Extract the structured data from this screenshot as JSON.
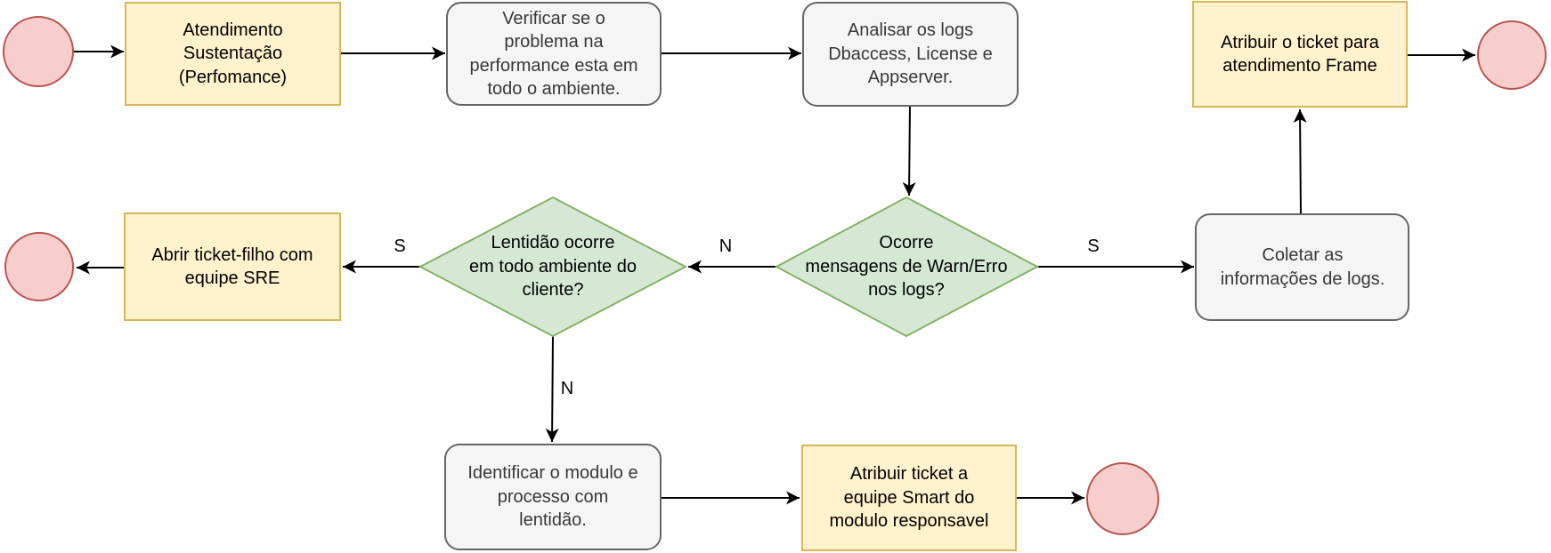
{
  "diagram": {
    "type": "flowchart",
    "nodes": {
      "start": {
        "shape": "circle",
        "role": "start",
        "label": ""
      },
      "atendimento": {
        "shape": "rectangle",
        "style": "yellow-task",
        "label": "Atendimento\nSustentação\n(Perfomance)"
      },
      "verificar": {
        "shape": "rounded-rectangle",
        "style": "gray-process",
        "label": "Verificar se o\nproblema na\nperformance esta em\ntodo o ambiente."
      },
      "analisar": {
        "shape": "rounded-rectangle",
        "style": "gray-process",
        "label": "Analisar os logs\nDbaccess, License e\nAppserver."
      },
      "atribuir_frame": {
        "shape": "rectangle",
        "style": "yellow-task",
        "label": "Atribuir o ticket para\natendimento Frame"
      },
      "end_top_right": {
        "shape": "circle",
        "role": "end",
        "label": ""
      },
      "abrir_sre": {
        "shape": "rectangle",
        "style": "yellow-task",
        "label": "Abrir ticket-filho com\nequipe SRE"
      },
      "lentidao": {
        "shape": "diamond",
        "style": "green-decision",
        "label": "Lentidão ocorre\nem todo ambiente do\ncliente?"
      },
      "ocorre": {
        "shape": "diamond",
        "style": "green-decision",
        "label": "Ocorre\nmensagens de Warn/Erro\nnos logs?"
      },
      "coletar": {
        "shape": "rounded-rectangle",
        "style": "gray-process",
        "label": "Coletar as\ninformações de logs."
      },
      "end_middle_left": {
        "shape": "circle",
        "role": "end",
        "label": ""
      },
      "identificar": {
        "shape": "rounded-rectangle",
        "style": "gray-process",
        "label": "Identificar o modulo e\nprocesso com\nlentidão."
      },
      "atribuir_smart": {
        "shape": "rectangle",
        "style": "yellow-task",
        "label": "Atribuir ticket a\nequipe Smart do\nmodulo responsavel"
      },
      "end_bottom_right": {
        "shape": "circle",
        "role": "end",
        "label": ""
      }
    },
    "edge_labels": {
      "ocorre_no": "N",
      "ocorre_yes": "S",
      "lentidao_yes": "S",
      "lentidao_no": "N"
    },
    "colors": {
      "task-fill": "#FFF2CC",
      "task-stroke": "#D6B656",
      "process-fill": "#F5F5F5",
      "process-stroke": "#666666",
      "decision-fill": "#D5E8D4",
      "decision-stroke": "#82B366",
      "terminal-fill": "#F8CECC",
      "terminal-stroke": "#B85450",
      "edge-color": "#000000",
      "default-text": "#000000",
      "process-text": "#383838",
      "background": "#FFFFFF"
    }
  }
}
